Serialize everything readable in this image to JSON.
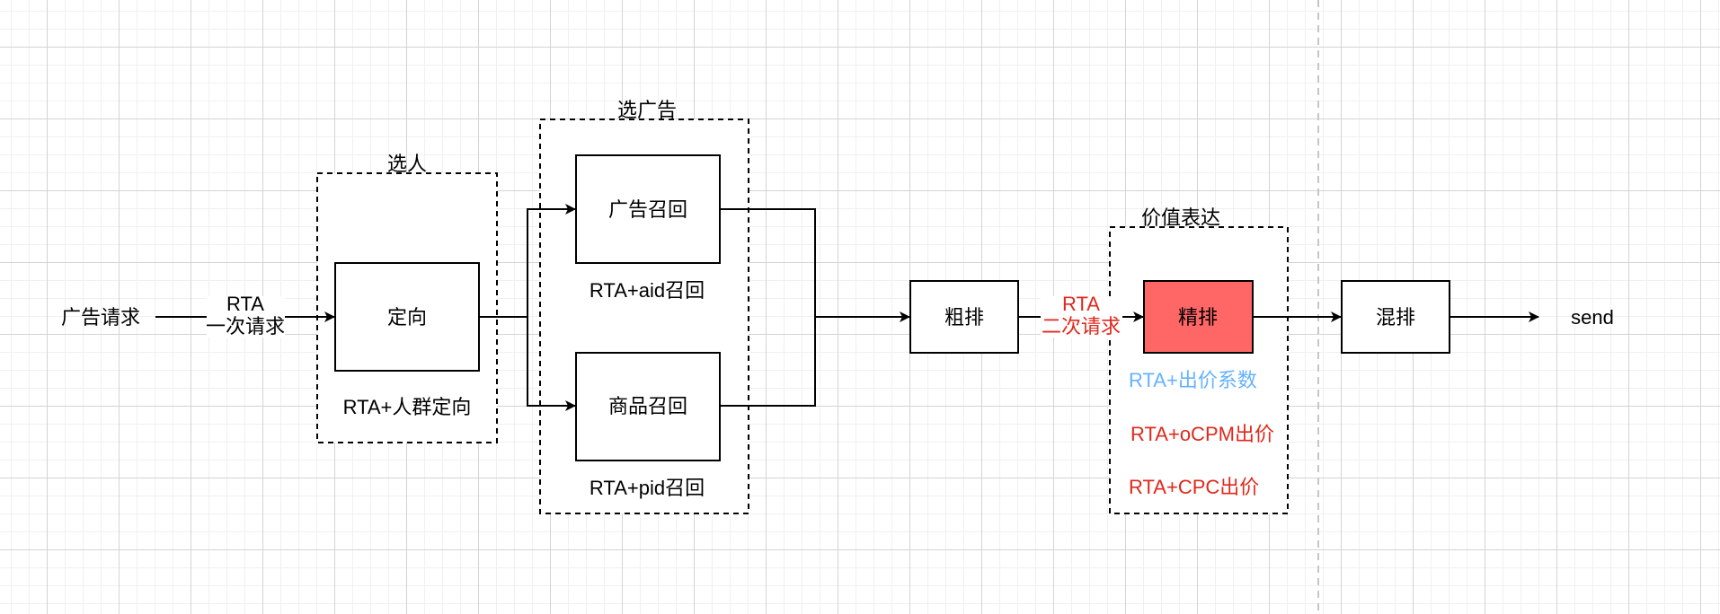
{
  "diagram": {
    "title": "RTA ad-serving pipeline",
    "nodes": {
      "ad_request": {
        "label": "广告请求"
      },
      "targeting": {
        "label": "定向"
      },
      "ad_recall": {
        "label": "广告召回"
      },
      "product_recall": {
        "label": "商品召回"
      },
      "coarse_rank": {
        "label": "粗排"
      },
      "fine_rank": {
        "label": "精排",
        "fill": "#ff6666"
      },
      "mixed_rank": {
        "label": "混排"
      },
      "send": {
        "label": "send"
      }
    },
    "groups": {
      "select_user": {
        "title": "选人",
        "caption": "RTA+人群定向"
      },
      "select_ad": {
        "title": "选广告",
        "captions": [
          "RTA+aid召回",
          "RTA+pid召回"
        ]
      },
      "value_expression": {
        "title": "价值表达",
        "items": [
          {
            "text": "RTA+出价系数",
            "color": "#66b2ff"
          },
          {
            "text": "RTA+oCPM出价",
            "color": "#e0281c"
          },
          {
            "text": "RTA+CPC出价",
            "color": "#e0281c"
          }
        ]
      }
    },
    "edge_labels": {
      "first_request": {
        "line1": "RTA",
        "line2": "一次请求",
        "color": "#000000"
      },
      "second_request": {
        "line1": "RTA",
        "line2": "二次请求",
        "color": "#e0281c"
      }
    },
    "colors": {
      "grid_major": "#d4d4d4",
      "grid_minor": "#f0f0f0",
      "divider": "#c6c6c6"
    }
  }
}
